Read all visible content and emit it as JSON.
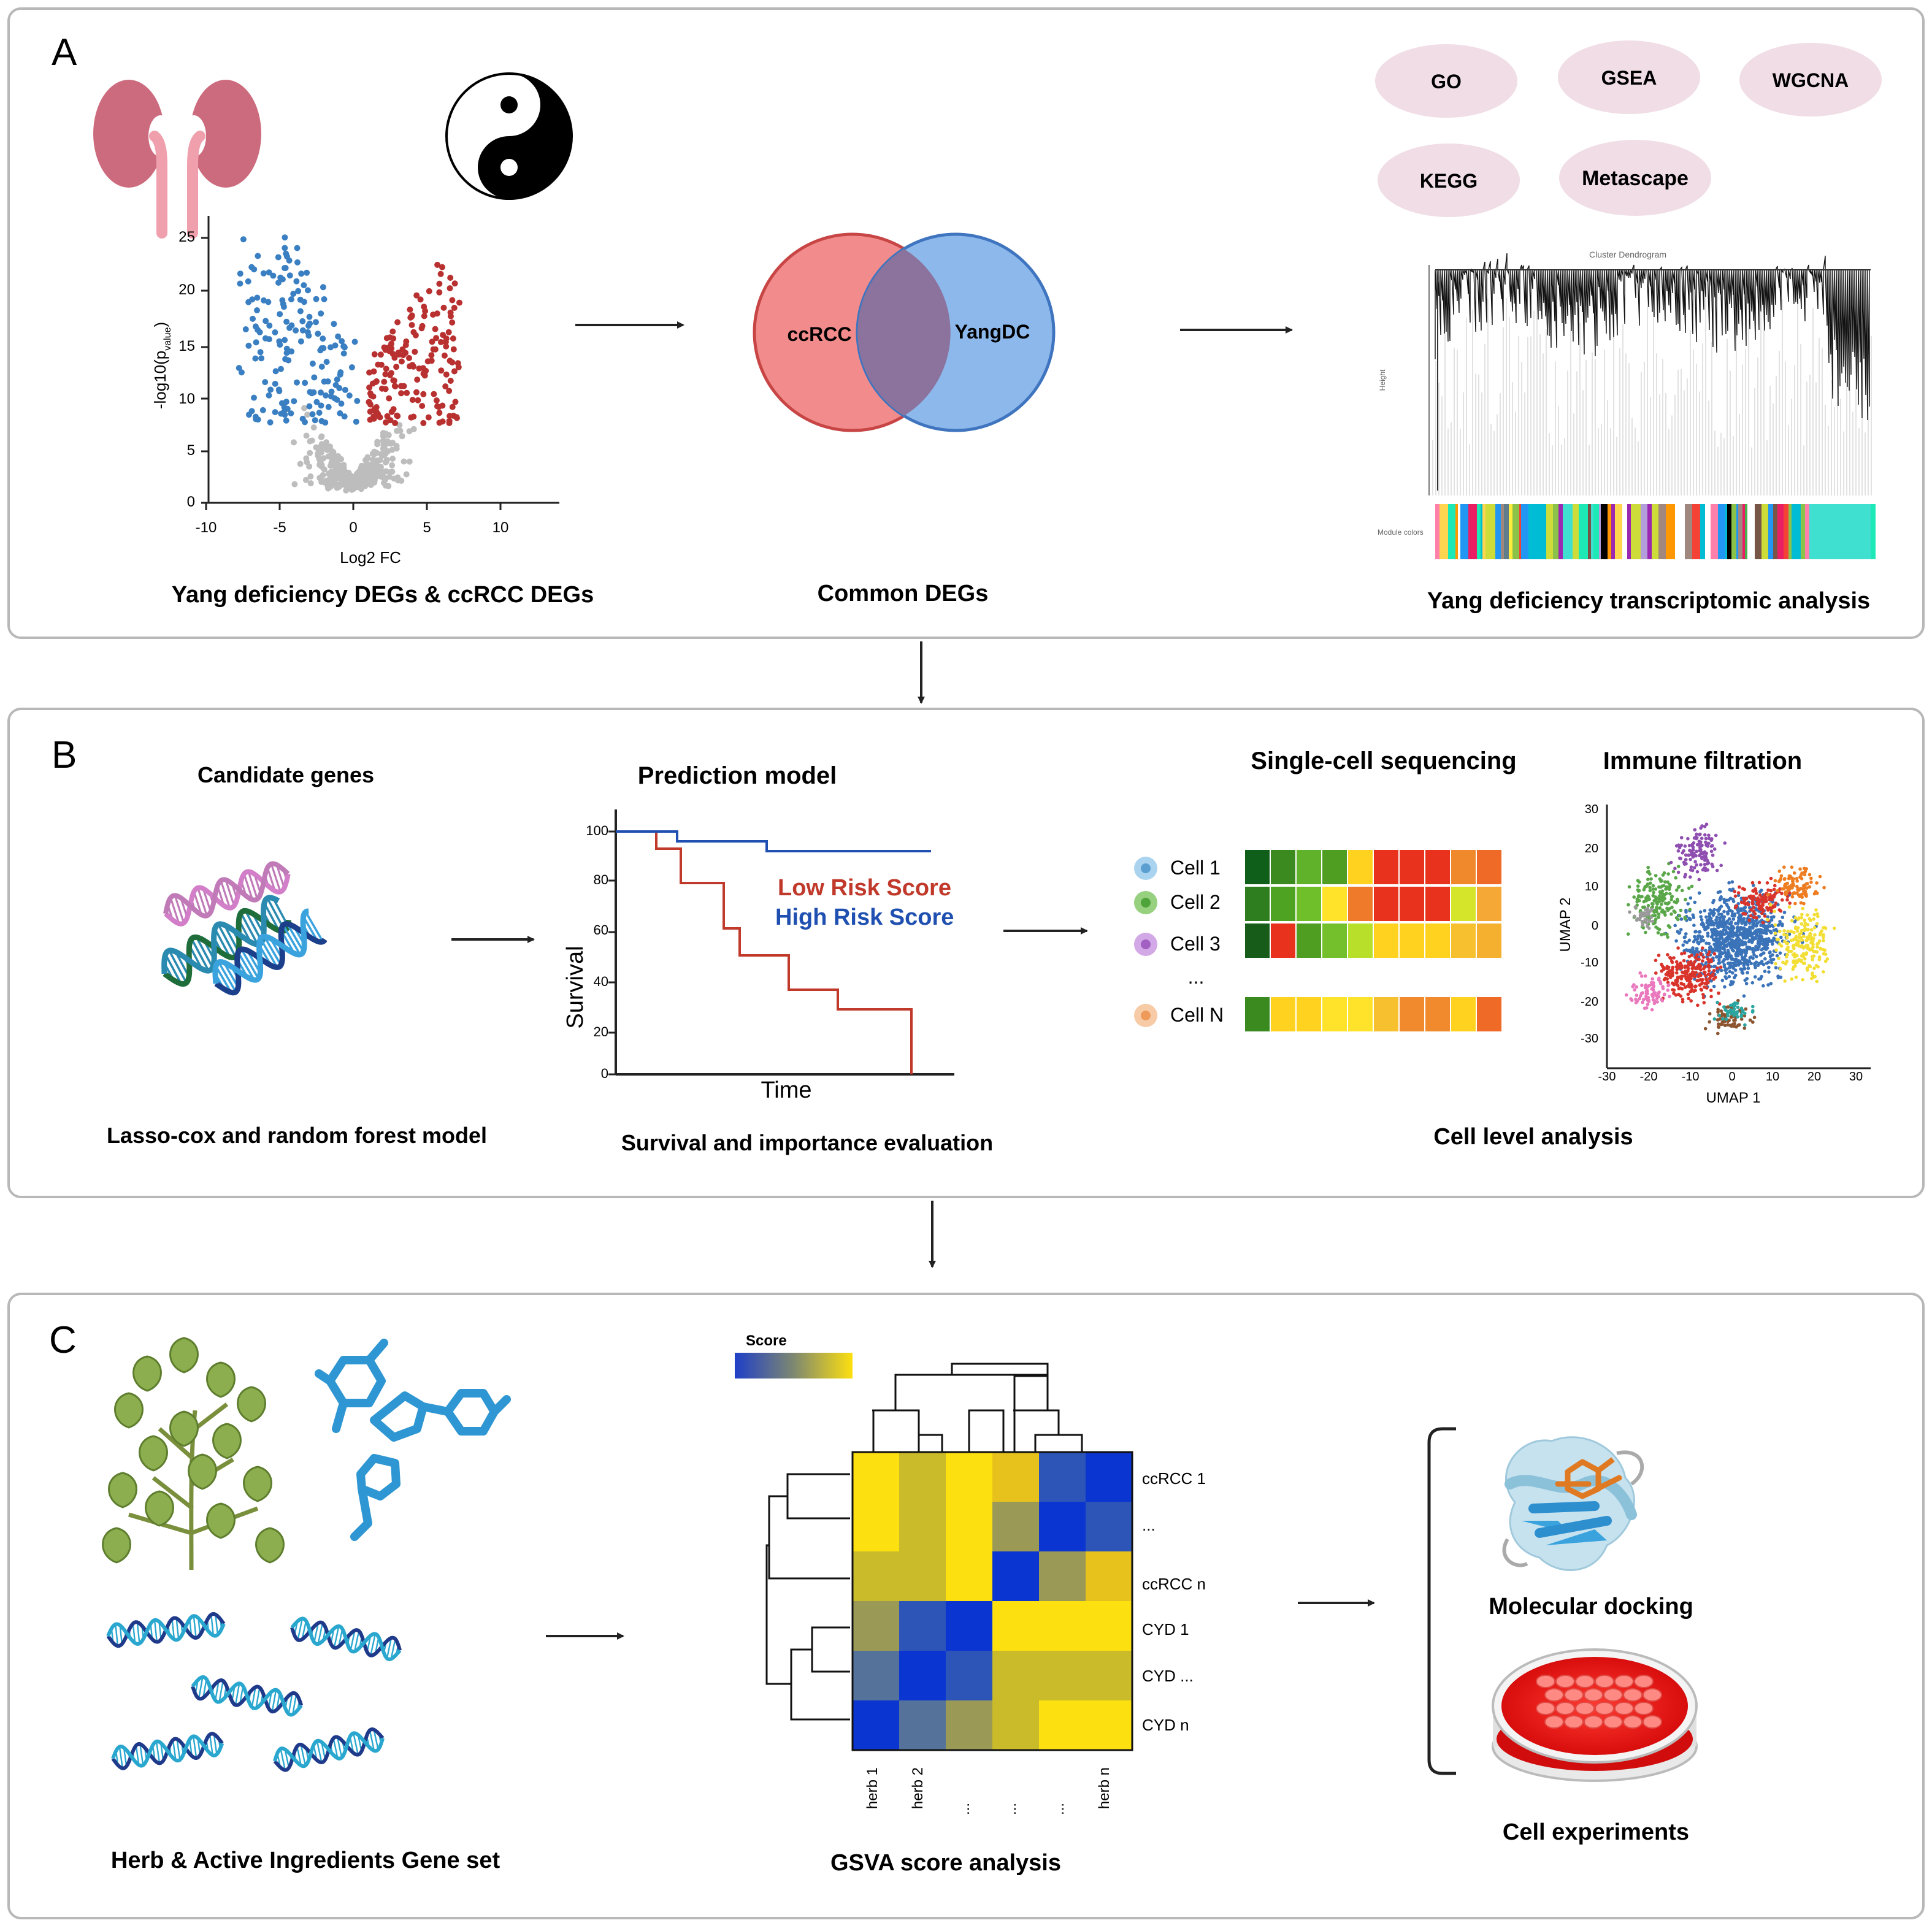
{
  "panels": {
    "a": {
      "letter": "A"
    },
    "b": {
      "letter": "B"
    },
    "c": {
      "letter": "C"
    }
  },
  "section_a": {
    "volcano": {
      "ylabel": "-log10(p",
      "ylabel_sub": "value",
      "ylabel_close": ")",
      "xlabel": "Log2 FC",
      "xticks": [
        "-10",
        "-5",
        "0",
        "5",
        "10"
      ],
      "yticks": [
        "0",
        "5",
        "10",
        "15",
        "20",
        "25"
      ]
    },
    "caption_left": "Yang deficiency  DEGs & ccRCC DEGs",
    "venn": {
      "left": "ccRCC",
      "right": "YangDC"
    },
    "caption_mid": "Common DEGs",
    "ellipses": [
      "GO",
      "GSEA",
      "WGCNA",
      "KEGG",
      "Metascape"
    ],
    "dendro_title": "Cluster Dendrogram",
    "dendro_ylabel": "Height",
    "dendro_module": "Module colors",
    "caption_right": "Yang deficiency transcriptomic analysis"
  },
  "section_b": {
    "title_candidate": "Candidate genes",
    "caption_candidate": "Lasso-cox and random forest model",
    "title_prediction": "Prediction model",
    "km": {
      "ylabel": "Survival",
      "xlabel": "Time",
      "yticks": [
        "0",
        "20",
        "40",
        "60",
        "80",
        "100"
      ],
      "legend_low": "Low Risk Score",
      "legend_high": "High Risk Score"
    },
    "caption_prediction": "Survival and importance evaluation",
    "title_singlecell": "Single-cell sequencing",
    "cells": [
      "Cell 1",
      "Cell 2",
      "Cell 3",
      "...",
      "Cell N"
    ],
    "title_immune": "Immune filtration",
    "umap": {
      "xlabel": "UMAP 1",
      "ylabel": "UMAP 2",
      "xticks": [
        "-30",
        "-20",
        "-10",
        "0",
        "10",
        "20",
        "30"
      ],
      "yticks": [
        "30",
        "20",
        "10",
        "0",
        "-10",
        "-20",
        "-30"
      ]
    },
    "caption_cell": "Cell level analysis"
  },
  "section_c": {
    "caption_herb": "Herb & Active Ingredients Gene set",
    "score_label": "Score",
    "rows": [
      "ccRCC 1",
      "...",
      "ccRCC n",
      "CYD 1",
      "CYD ...",
      "CYD n"
    ],
    "cols": [
      "herb 1",
      "herb 2",
      "...",
      "...",
      "...",
      "herb n"
    ],
    "caption_gsva": "GSVA score analysis",
    "docking": "Molecular docking",
    "cells": "Cell experiments"
  },
  "colors": {
    "kidney": "#cd6b7e",
    "venn_left": "#f28b8b",
    "venn_right": "#8db8ec",
    "venn_overlap": "#8b739d",
    "ellipse": "#f0dde5",
    "km_low": "#c0392b",
    "km_high": "#1f4fb0"
  }
}
